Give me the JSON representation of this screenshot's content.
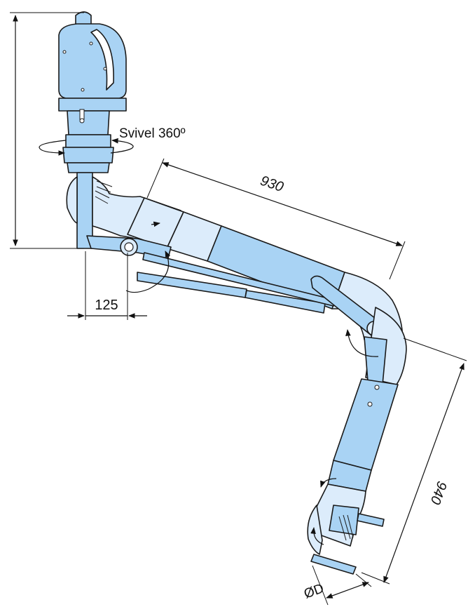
{
  "labels": {
    "swivel": "Svivel 360º",
    "dim_arm_upper": "930",
    "dim_arm_lower": "940",
    "dim_offset": "125",
    "dim_diameter": "ØD"
  },
  "colors": {
    "metal": "#a9d3f4",
    "hose": "#dcecfb",
    "outline": "#1a1a1a",
    "background": "#ffffff"
  }
}
